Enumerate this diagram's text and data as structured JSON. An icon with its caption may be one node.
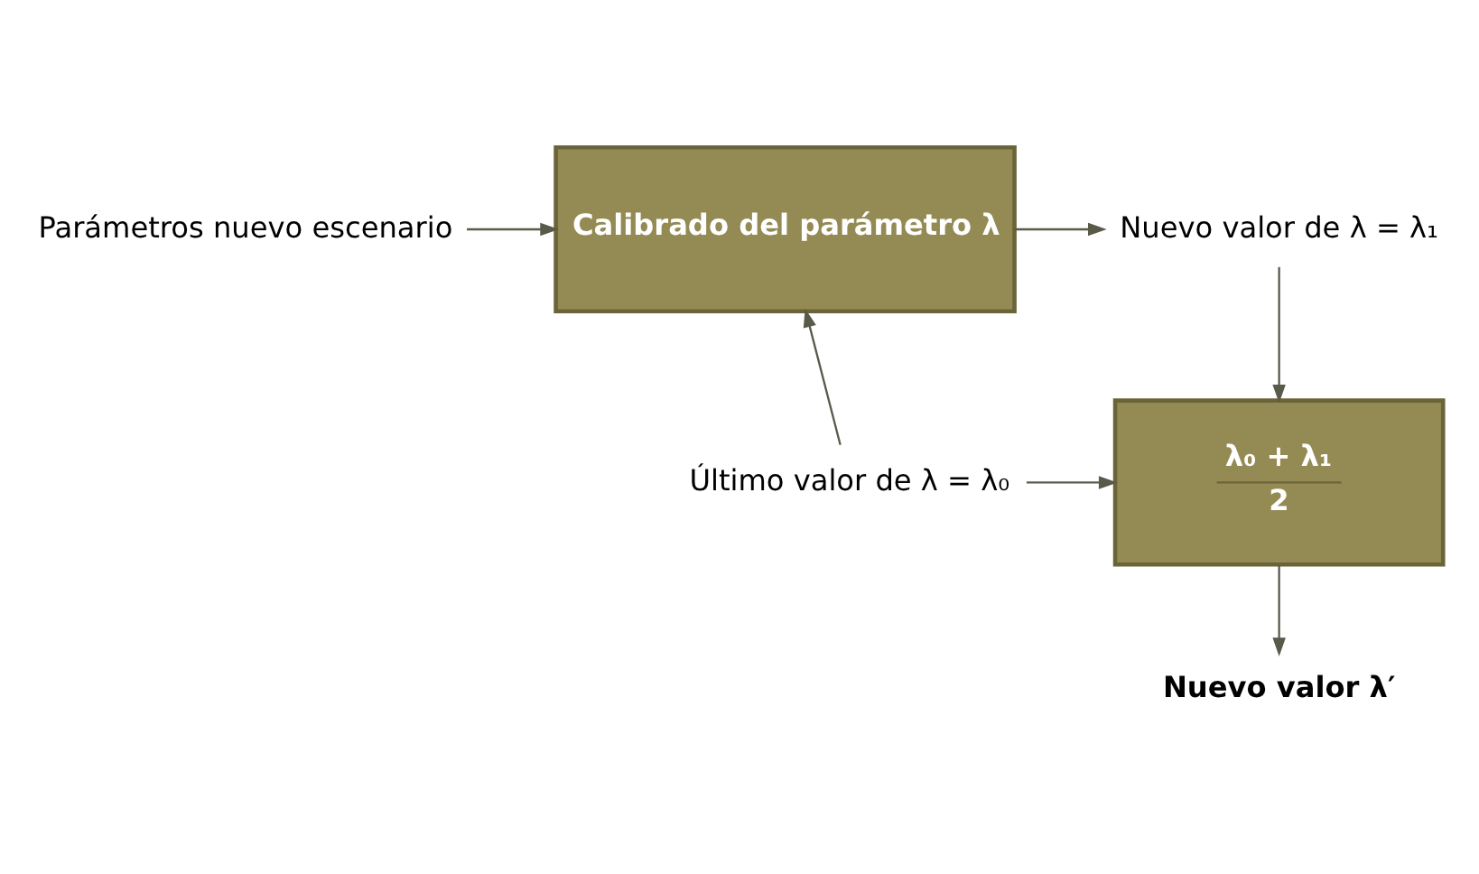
{
  "diagram": {
    "nodes": [
      {
        "text": [
          "Parámetros nuevo escenario"
        ]
      },
      {
        "text": [
          "Calibrado del parámetro λ"
        ]
      },
      {
        "text": [
          "Nuevo valor de λ = λ₁"
        ]
      },
      {
        "text": [
          "Último valor de λ = λ₀"
        ]
      },
      {
        "text": [
          "λ₀ + λ₁",
          "2"
        ]
      },
      {
        "text": [
          "Nuevo valor λ′"
        ]
      }
    ],
    "edges": [
      {
        "from": 0,
        "to": 1,
        "arrow": "to"
      },
      {
        "from": 1,
        "to": 2,
        "arrow": "to"
      },
      {
        "from": 3,
        "to": 1,
        "arrow": "to"
      },
      {
        "from": 3,
        "to": 4,
        "arrow": "to"
      },
      {
        "from": 2,
        "to": 4,
        "arrow": "to"
      },
      {
        "from": 4,
        "to": 5,
        "arrow": "to"
      }
    ]
  }
}
